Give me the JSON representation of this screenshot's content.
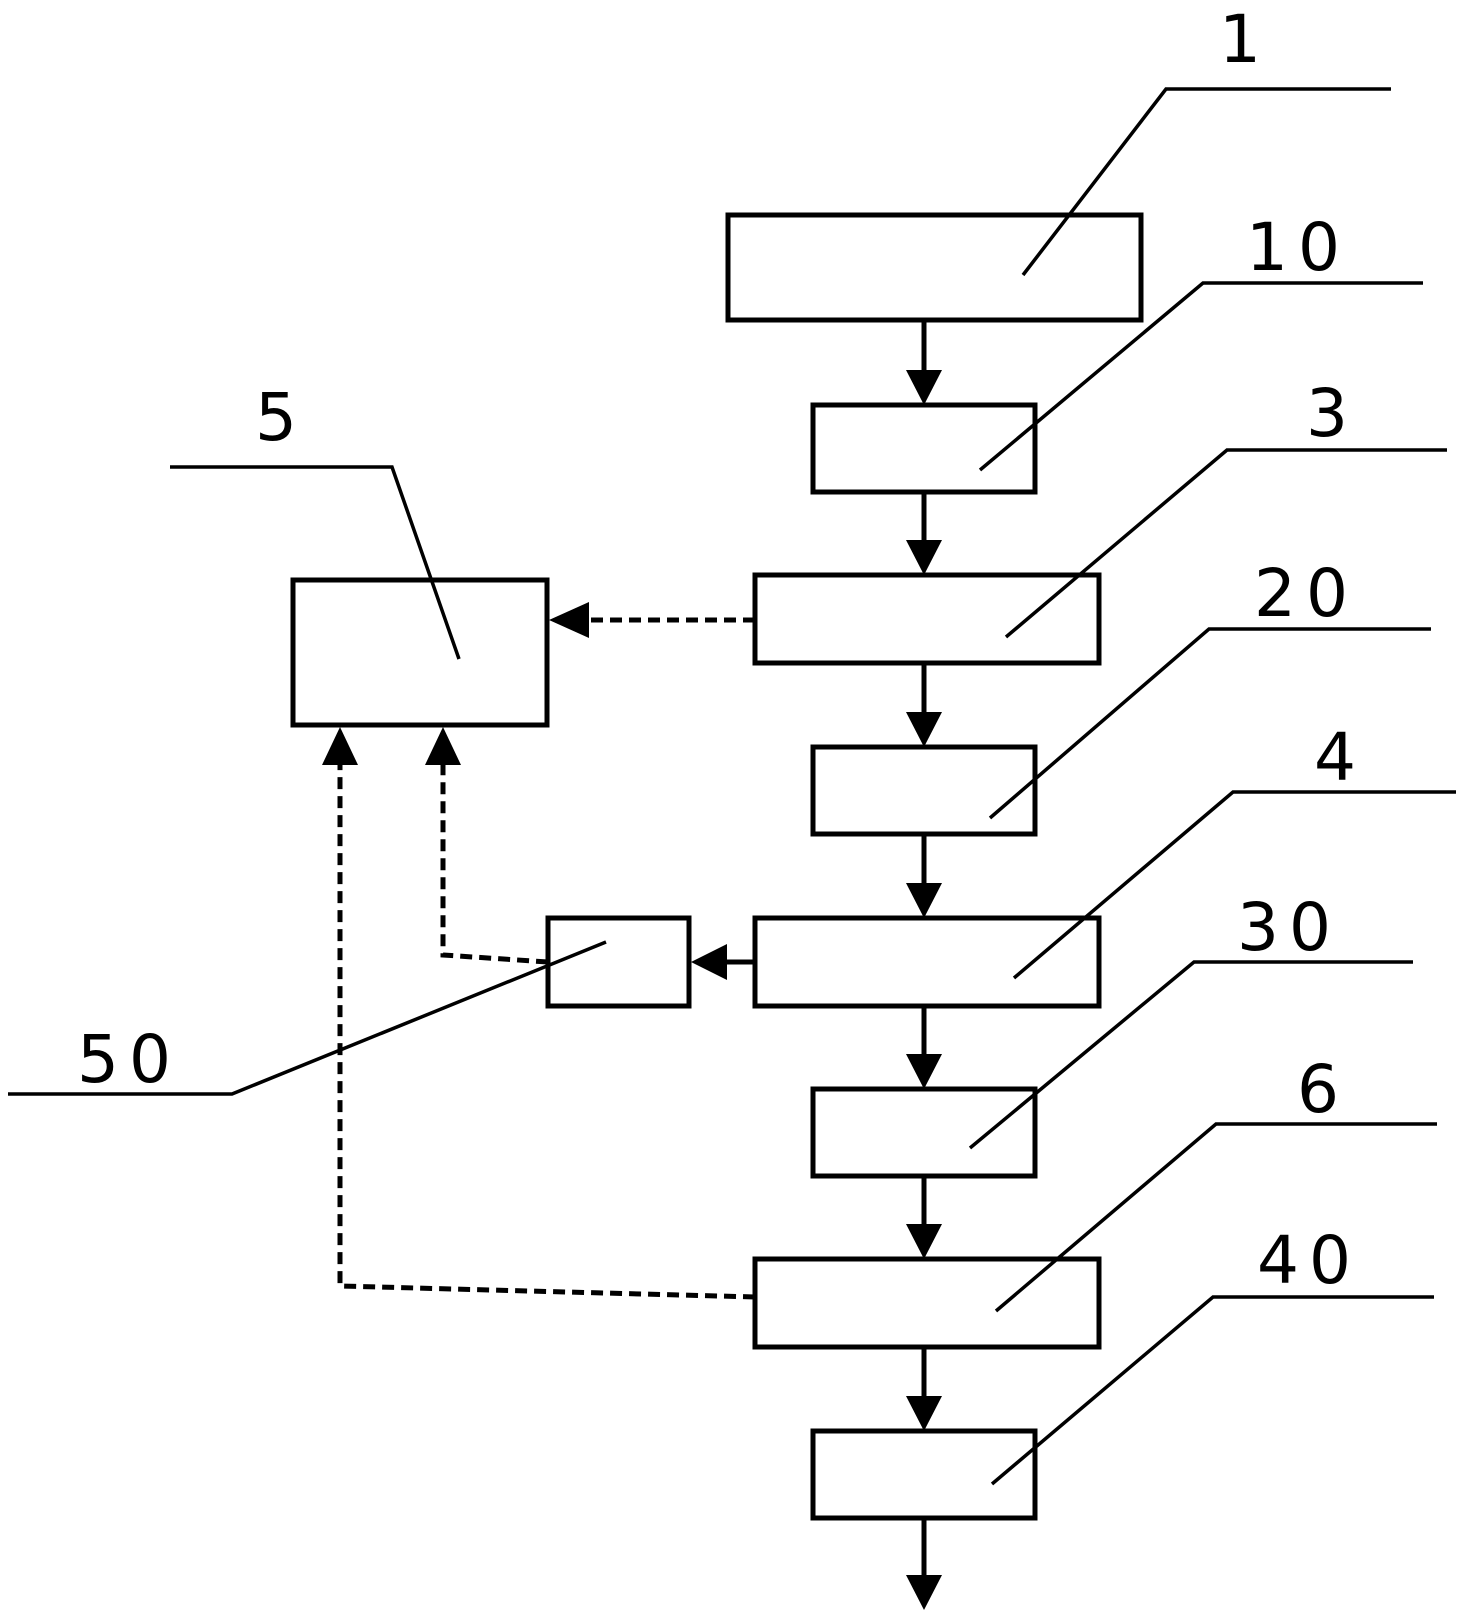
{
  "diagram": {
    "labels": {
      "l1": "1",
      "l10": "10",
      "l3": "3",
      "l20": "20",
      "l4": "4",
      "l30": "30",
      "l6": "6",
      "l40": "40",
      "l5": "5",
      "l50": "50"
    }
  }
}
